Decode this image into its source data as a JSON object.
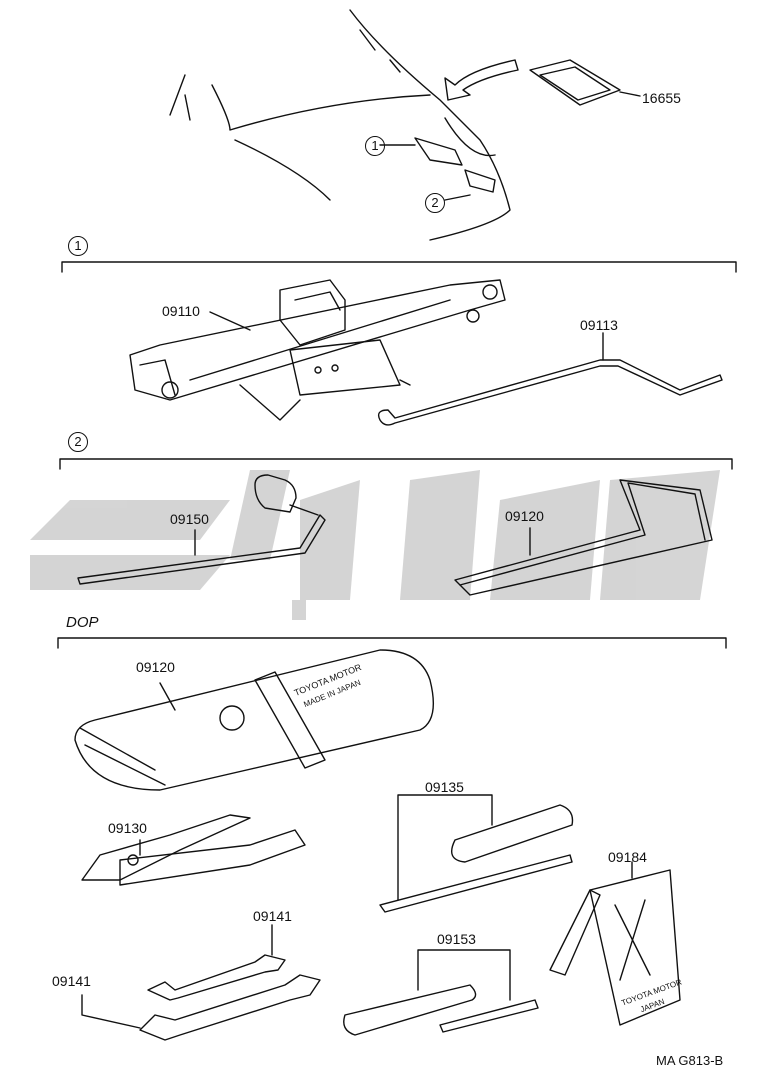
{
  "callouts": {
    "c1": "1",
    "c2": "2"
  },
  "sections": {
    "s1": "1",
    "s2": "2",
    "dop": "DOP"
  },
  "parts": {
    "p16655": "16655",
    "p09110": "09110",
    "p09113": "09113",
    "p09150": "09150",
    "p09120a": "09120",
    "p09120b": "09120",
    "p09130": "09130",
    "p09135": "09135",
    "p09184": "09184",
    "p09141a": "09141",
    "p09141b": "09141",
    "p09153": "09153"
  },
  "doc_code": "MA G813-B",
  "pouch_text": {
    "line1": "TOYOTA MOTOR",
    "line2": "MADE IN JAPAN"
  },
  "triangle_text": {
    "line1": "TOYOTA MOTOR",
    "line2": "JAPAN"
  },
  "colors": {
    "ink": "#111111",
    "watermark": "#d0d0d0"
  }
}
